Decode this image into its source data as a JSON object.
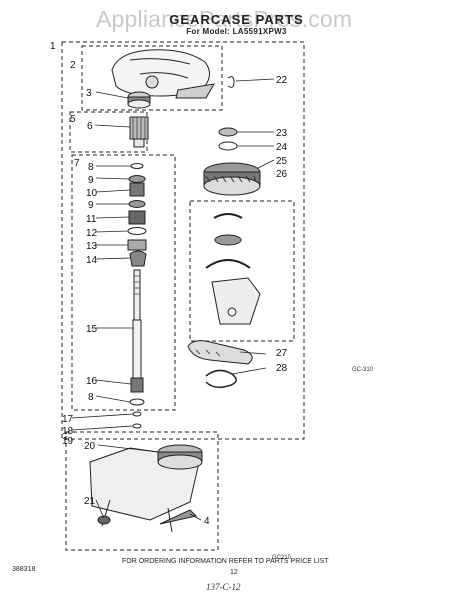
{
  "watermark": "AppliancePartsPros.com",
  "title": "GEARCASE PARTS",
  "subtitle": "For Model: LA5591XPW3",
  "side_code": "GC-310",
  "box_code": "GC210",
  "callouts": {
    "c1": "1",
    "c2": "2",
    "c3": "3",
    "c4": "4",
    "c5": "5",
    "c6": "6",
    "c7": "7",
    "c8": "8",
    "c9": "9",
    "c10": "10",
    "c11": "11",
    "c12": "12",
    "c13": "13",
    "c14": "14",
    "c15": "15",
    "c16": "16",
    "c17": "17",
    "c18": "18",
    "c19": "19",
    "c20": "20",
    "c21": "21",
    "c22": "22",
    "c23": "23",
    "c24": "24",
    "c25": "25",
    "c26": "26",
    "c27": "27",
    "c28": "28"
  },
  "footer": {
    "part_number": "388318",
    "ordering_note": "FOR ORDERING INFORMATION REFER TO PARTS PRICE LIST",
    "page_number": "12",
    "handwritten": "137-C-12"
  }
}
